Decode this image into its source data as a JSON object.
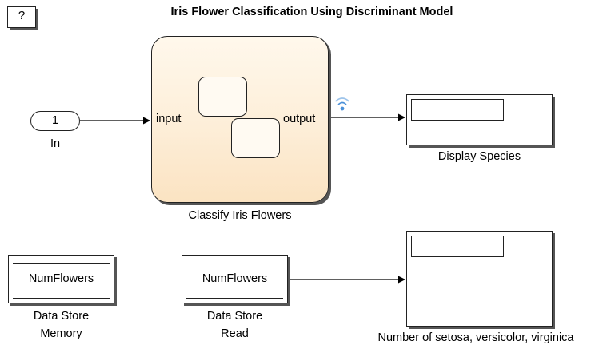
{
  "help": {
    "label": "?"
  },
  "title": "Iris Flower Classification Using Discriminant Model",
  "inport": {
    "number": "1",
    "name": "In"
  },
  "chart": {
    "name": "Classify Iris Flowers",
    "input_label": "input",
    "output_label": "output"
  },
  "display_species": {
    "name": "Display Species"
  },
  "data_store_memory": {
    "variable": "NumFlowers",
    "name_line1": "Data Store",
    "name_line2": "Memory"
  },
  "data_store_read": {
    "variable": "NumFlowers",
    "name_line1": "Data Store",
    "name_line2": "Read"
  },
  "display_count": {
    "name": "Number of setosa, versicolor, virginica"
  },
  "colors": {
    "chart_fill": "#fbe3c2",
    "signal_icon": "#4a90d9"
  }
}
